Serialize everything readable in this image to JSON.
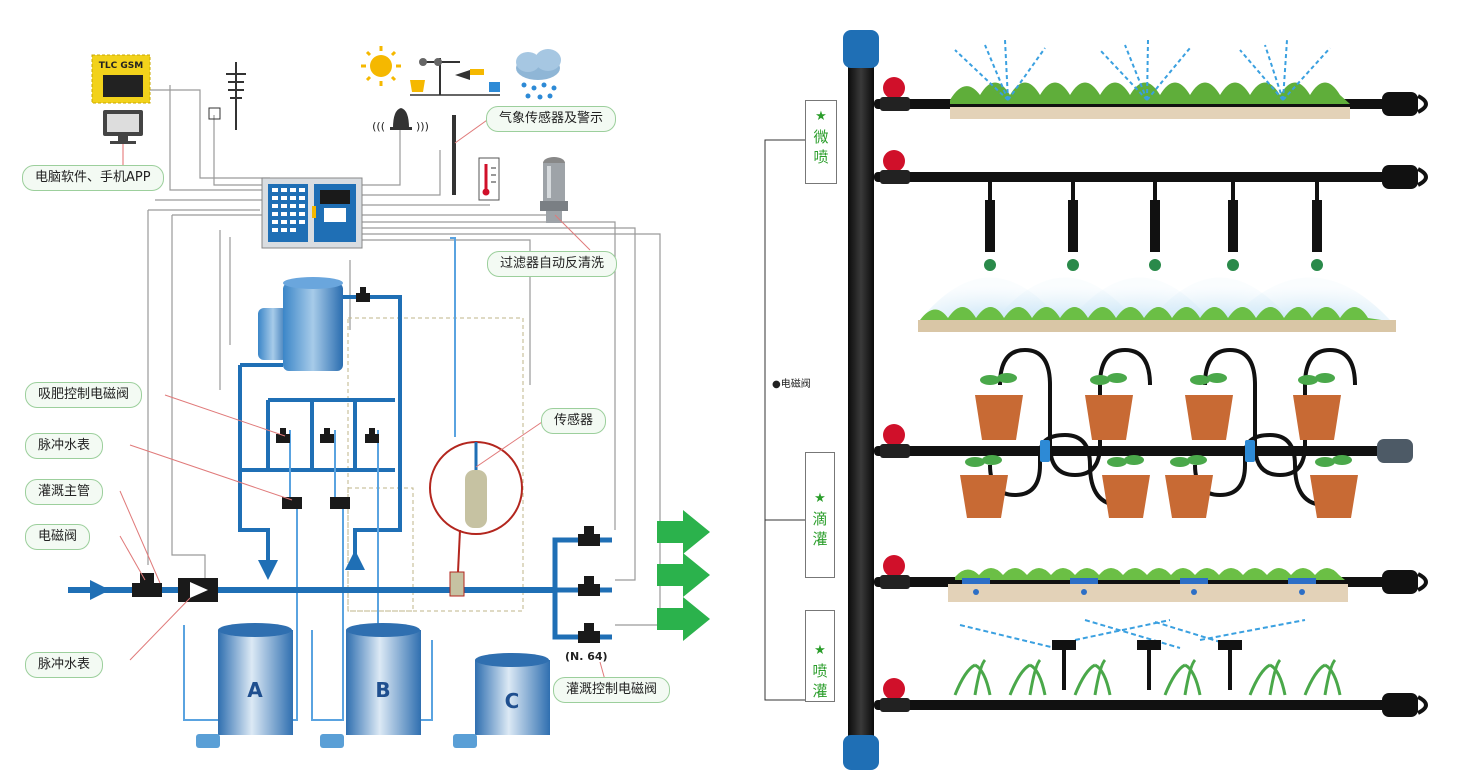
{
  "left": {
    "labels": {
      "tlc": "TLC GSM",
      "pc_app": "电脑软件、手机APP",
      "weather": "气象传感器及警示",
      "filter": "过滤器自动反清洗",
      "fert_valve": "吸肥控制电磁阀",
      "pulse_meter_1": "脉冲水表",
      "main_pipe": "灌溉主管",
      "solenoid": "电磁阀",
      "sensor": "传感器",
      "pulse_meter_2": "脉冲水表",
      "n64": "(N. 64)",
      "irrigation_valve": "灌溉控制电磁阀"
    },
    "tanks": {
      "a": "A",
      "b": "B",
      "c": "C"
    },
    "bell_waves_left": "(((",
    "bell_waves_right": ")))"
  },
  "right": {
    "legend": "●电磁阀",
    "groups": [
      {
        "star": "★",
        "line1": "微",
        "line2": "喷"
      },
      {
        "star": "★",
        "line1": "滴",
        "line2": "灌"
      },
      {
        "star": "★",
        "line1": "喷",
        "line2": "灌"
      }
    ]
  },
  "colors": {
    "pipe_blue": "#1f6fb5",
    "accent_green": "#2bb24c",
    "label_border": "#9ccf9c",
    "valve_red": "#d0102a",
    "tlc_yellow": "#f2d21b"
  }
}
